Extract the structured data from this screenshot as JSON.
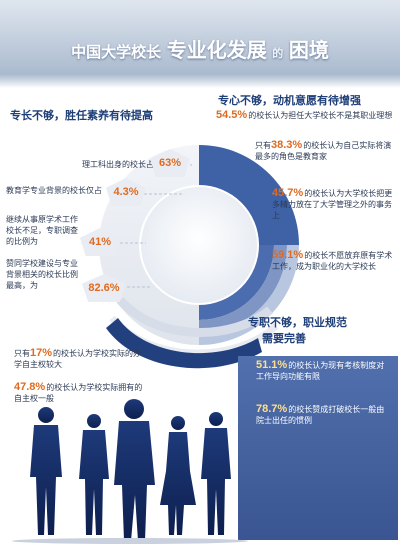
{
  "title": {
    "part1": "中国大学校长",
    "part2": "专业化发展",
    "part3": "的",
    "part4": "困境"
  },
  "sections": {
    "left_header": "专长不够，胜任素养有待提高",
    "right_header": "专心不够，动机意愿有待增强",
    "bottom_header_line1": "专职不够，职业规范",
    "bottom_header_line2": "需要完善"
  },
  "left_items": [
    {
      "label": "理工科出身的校长占",
      "value": "63%"
    },
    {
      "label": "教育学专业背景的校长仅占",
      "value": "4.3%"
    },
    {
      "label": "继续从事原学术工作校长不足，专职调查的比例为",
      "value": "41%"
    },
    {
      "label": "赞同学校建设与专业背景相关的校长比例最高，为",
      "value": "82.6%"
    }
  ],
  "right_items": [
    {
      "value": "54.5%",
      "text": "的校长认为担任大学校长不是其职业理想"
    },
    {
      "value": "38.3%",
      "prefix": "只有",
      "text": "的校长认为自己实际将演最多的角色是教育家"
    },
    {
      "value": "45.7%",
      "text": "的校长认为大学校长把更多精力放在了大学管理之外的事务上"
    },
    {
      "value": "59.1%",
      "text": "的校长不愿放弃原有学术工作，成为职业化的大学校长"
    }
  ],
  "bottom_left_items": [
    {
      "prefix": "只有",
      "value": "17%",
      "text": "的校长认为学校实际的办学自主权较大"
    },
    {
      "value": "47.8%",
      "text": "的校长认为学校实际拥有的自主权一般"
    }
  ],
  "bottom_right_items": [
    {
      "value": "51.1%",
      "text": "的校长认为现有考核制度对工作导向功能有限"
    },
    {
      "value": "78.7%",
      "text": "的校长赞成打破校长一般由院士出任的惯例"
    }
  ],
  "chart_data": {
    "type": "pie",
    "values": [
      63,
      4.3,
      41,
      82.6,
      54.5,
      38.3,
      45.7,
      59.1,
      17,
      47.8,
      51.1,
      78.7
    ],
    "unit": "%"
  },
  "colors": {
    "accent_orange": "#e06a1e",
    "navy": "#1f3f78",
    "ring_dark": "#3f62a7",
    "ring_light": "#dfe4ec"
  }
}
